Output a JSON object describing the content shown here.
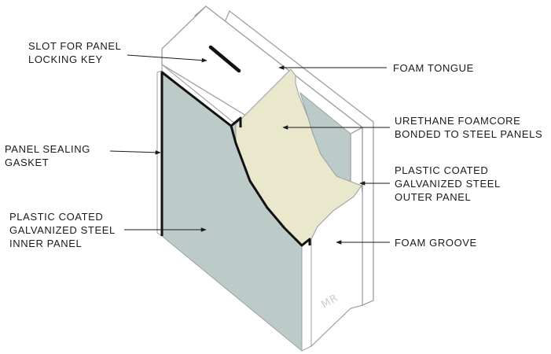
{
  "diagram": {
    "labels": {
      "slot_line1": "SLOT FOR PANEL",
      "slot_line2": "LOCKING KEY",
      "foam_tongue": "FOAM TONGUE",
      "foamcore_line1": "URETHANE FOAMCORE",
      "foamcore_line2": "BONDED TO STEEL PANELS",
      "gasket_line1": "PANEL SEALING",
      "gasket_line2": "GASKET",
      "outer_line1": "PLASTIC COATED",
      "outer_line2": "GALVANIZED STEEL",
      "outer_line3": "OUTER PANEL",
      "inner_line1": "PLASTIC COATED",
      "inner_line2": "GALVANIZED STEEL",
      "inner_line3": "INNER PANEL",
      "foam_groove": "FOAM GROOVE"
    },
    "watermark": "MR",
    "colors": {
      "steel_panel": "#bccbc8",
      "foam": "#e9e7cc",
      "outline": "#9aa0a4",
      "edge": "#111111",
      "arrow": "#1a1a1a"
    }
  }
}
